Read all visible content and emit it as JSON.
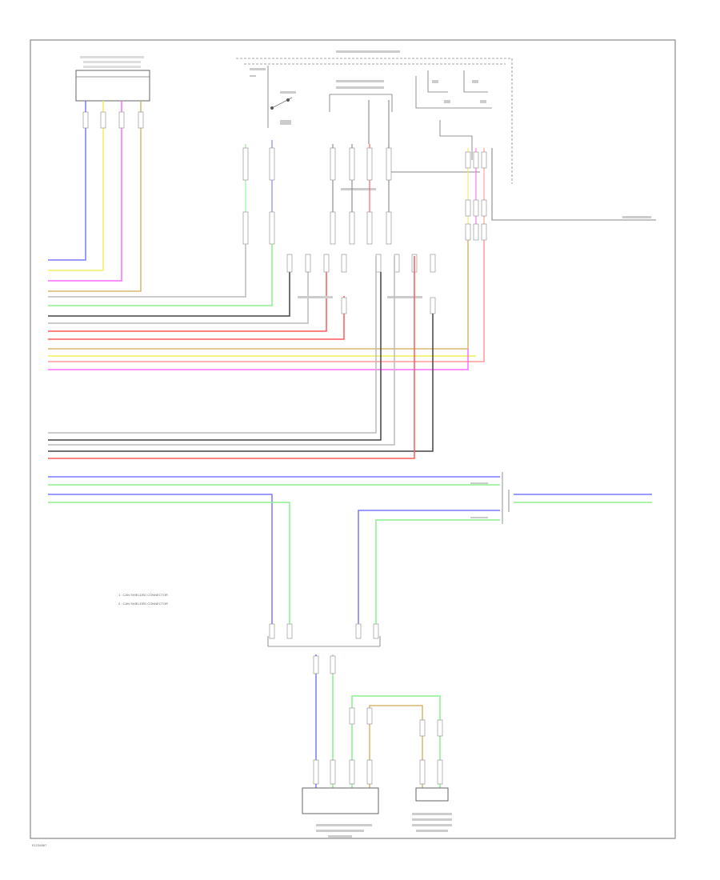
{
  "legend": {
    "line1": "1 : CAN SHIELDED CONNECTOR",
    "line2": "2 : CAN SHIELDED CONNECTOR"
  },
  "footer_code": "E1234567",
  "colors": {
    "blue": "#7a7aff",
    "yellow": "#f2ef5c",
    "magenta": "#ff6cff",
    "tan": "#d6b86e",
    "green": "#8ef08e",
    "red": "#ff5a5a",
    "dark": "#444444",
    "grey": "#bbbbbb",
    "pink": "#ff9a9a"
  }
}
